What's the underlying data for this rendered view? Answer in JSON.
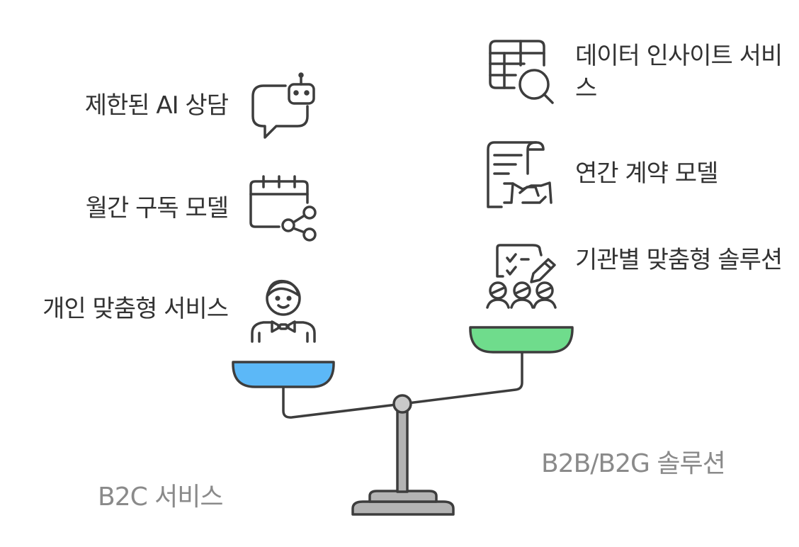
{
  "left": {
    "caption": "B2C 서비스",
    "pan_color": "#5cb8f7",
    "items": [
      {
        "label": "제한된 AI 상담",
        "icon": "robot-chat-icon"
      },
      {
        "label": "월간 구독 모델",
        "icon": "calendar-share-icon"
      },
      {
        "label": "개인 맞춤형 서비스",
        "icon": "waiter-person-icon"
      }
    ]
  },
  "right": {
    "caption": "B2B/B2G 솔루션",
    "pan_color": "#6fdc8c",
    "items": [
      {
        "label": "데이터 인사이트 서비스",
        "icon": "table-search-icon"
      },
      {
        "label": "연간 계약 모델",
        "icon": "contract-handshake-icon"
      },
      {
        "label": "기관별 맞춤형 솔루션",
        "icon": "checklist-team-icon"
      }
    ]
  },
  "colors": {
    "stroke": "#3d3d3d",
    "text": "#333333",
    "caption": "#8a8a8a",
    "base_fill": "#b3b3b3"
  }
}
